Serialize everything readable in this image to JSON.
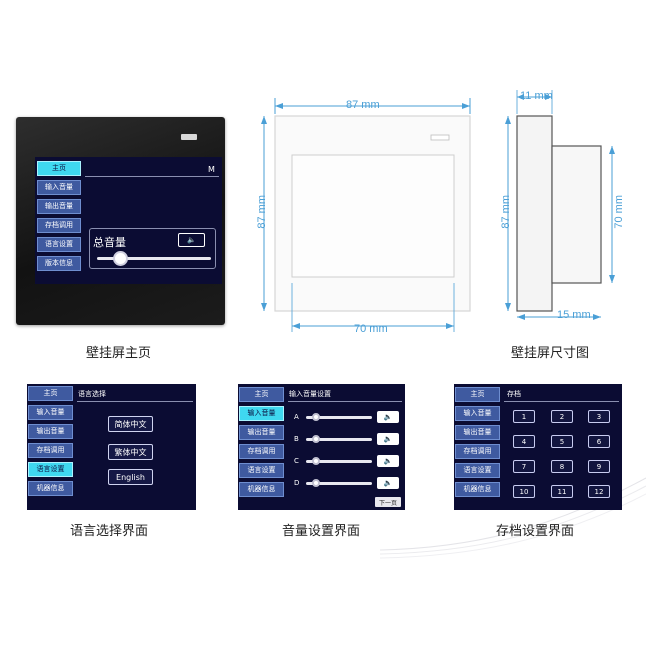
{
  "nav": {
    "home": "主页",
    "input_volume": "输入音量",
    "output_volume": "输出音量",
    "preset_recall": "存档调用",
    "language_setting": "语言设置",
    "version_info": "版本信息",
    "device_info": "机器信息"
  },
  "main_screen": {
    "indicator": "M",
    "master_volume_label": "总音量",
    "master_volume_level": 0.2
  },
  "dimensions": {
    "front_width": "87 mm",
    "front_height": "87 mm",
    "screen_width": "70 mm",
    "side_depth": "11 mm",
    "side_height_outer": "87 mm",
    "side_height_inner": "70 mm",
    "side_depth_inner": "15 mm"
  },
  "captions": {
    "home": "壁挂屏主页",
    "dimensions": "壁挂屏尺寸图",
    "language": "语言选择界面",
    "volume": "音量设置界面",
    "preset": "存档设置界面"
  },
  "language_screen": {
    "title": "语言选择",
    "options": [
      "简体中文",
      "繁体中文",
      "English"
    ]
  },
  "volume_screen": {
    "title": "输入音量设置",
    "channels": [
      {
        "label": "A",
        "level": 0.15
      },
      {
        "label": "B",
        "level": 0.15
      },
      {
        "label": "C",
        "level": 0.15
      },
      {
        "label": "D",
        "level": 0.15
      }
    ],
    "next_page": "下一页"
  },
  "preset_screen": {
    "title": "存档",
    "presets": [
      "1",
      "2",
      "3",
      "4",
      "5",
      "6",
      "7",
      "8",
      "9",
      "10",
      "11",
      "12"
    ]
  },
  "colors": {
    "screen_bg": "#0b0c33",
    "nav_button": "#3f5aa0",
    "nav_active": "#3fd8f0",
    "dimension": "#4a9fd6"
  }
}
